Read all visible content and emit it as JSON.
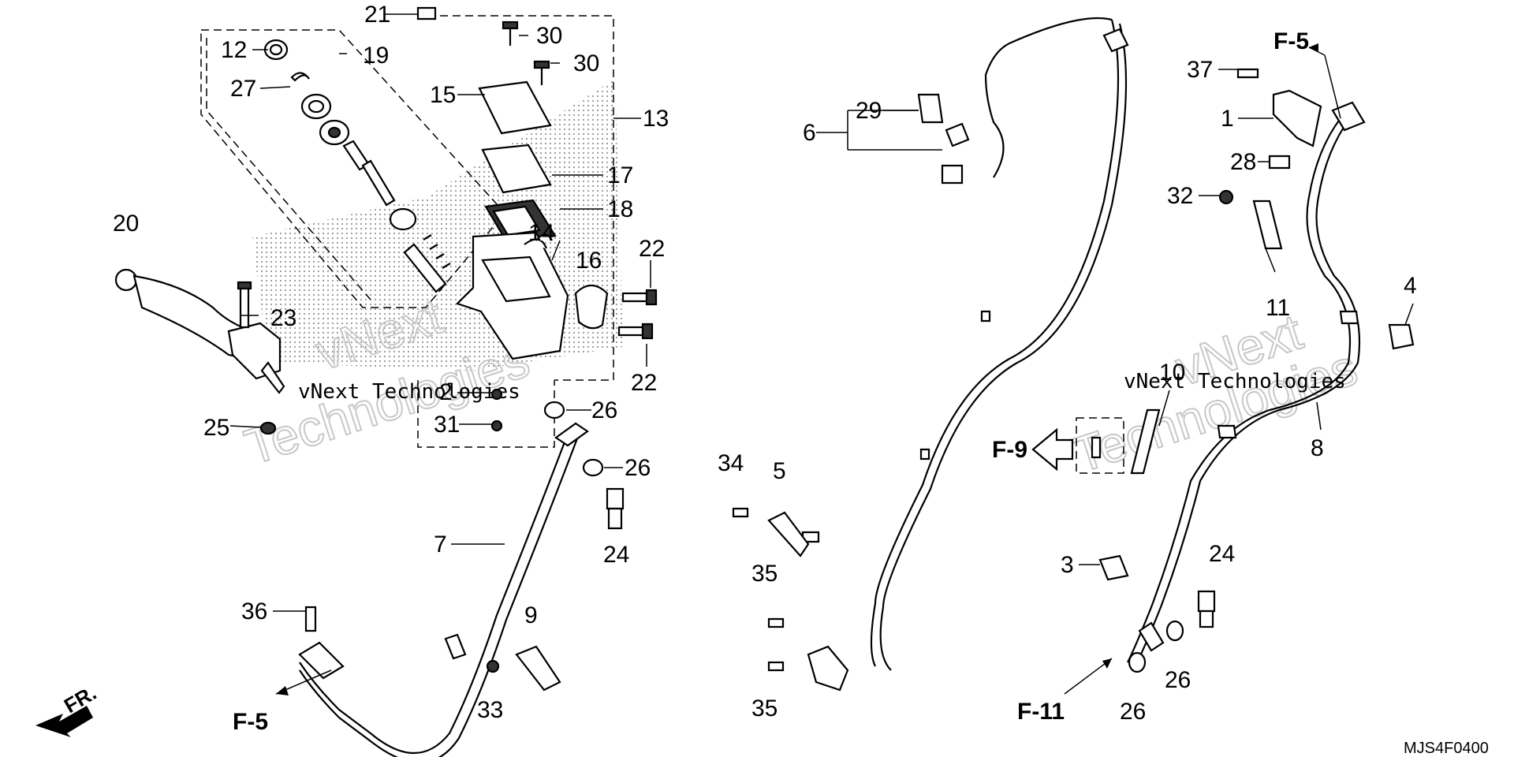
{
  "diagram": {
    "code": "MJS4F0400",
    "watermark": {
      "brand": "vNext",
      "company": "Technologies",
      "full": "vNext Technologies"
    },
    "front_marker": "FR.",
    "references": {
      "f5": "F-5",
      "f9": "F-9",
      "f11": "F-11"
    },
    "parts": {
      "p1": "1",
      "p2": "2",
      "p3": "3",
      "p4": "4",
      "p5": "5",
      "p6": "6",
      "p7": "7",
      "p8": "8",
      "p9": "9",
      "p10": "10",
      "p11": "11",
      "p12": "12",
      "p13": "13",
      "p14": "14",
      "p15": "15",
      "p16": "16",
      "p17": "17",
      "p18": "18",
      "p19": "19",
      "p20": "20",
      "p21": "21",
      "p22": "22",
      "p23": "23",
      "p24": "24",
      "p25": "25",
      "p26": "26",
      "p27": "27",
      "p28": "28",
      "p29": "29",
      "p30": "30",
      "p31": "31",
      "p32": "32",
      "p33": "33",
      "p34": "34",
      "p35": "35",
      "p36": "36",
      "p37": "37"
    },
    "colors": {
      "line": "#000000",
      "background": "#ffffff",
      "screen": "#9a9a9a",
      "watermark": "#c8c8c8"
    }
  }
}
